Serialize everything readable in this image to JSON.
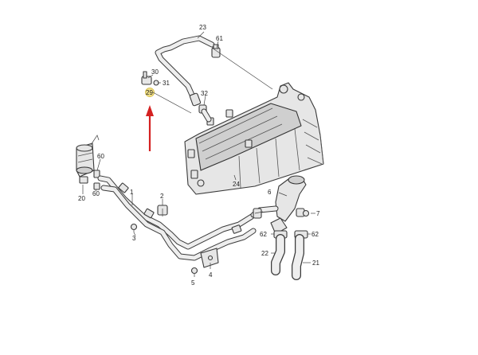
{
  "callouts": {
    "c1": "1",
    "c2": "2",
    "c3": "3",
    "c4": "4",
    "c5": "5",
    "c6": "6",
    "c7": "7",
    "c20": "20",
    "c21": "21",
    "c22": "22",
    "c23": "23",
    "c24": "24",
    "c29": "29",
    "c30": "30",
    "c31": "31",
    "c32": "32",
    "c60a": "60",
    "c60b": "60",
    "c61": "61",
    "c62a": "62",
    "c62b": "62"
  },
  "colors": {
    "highlight": "#f1e08a",
    "arrow": "#d42121",
    "line": "#3a3a3a"
  }
}
